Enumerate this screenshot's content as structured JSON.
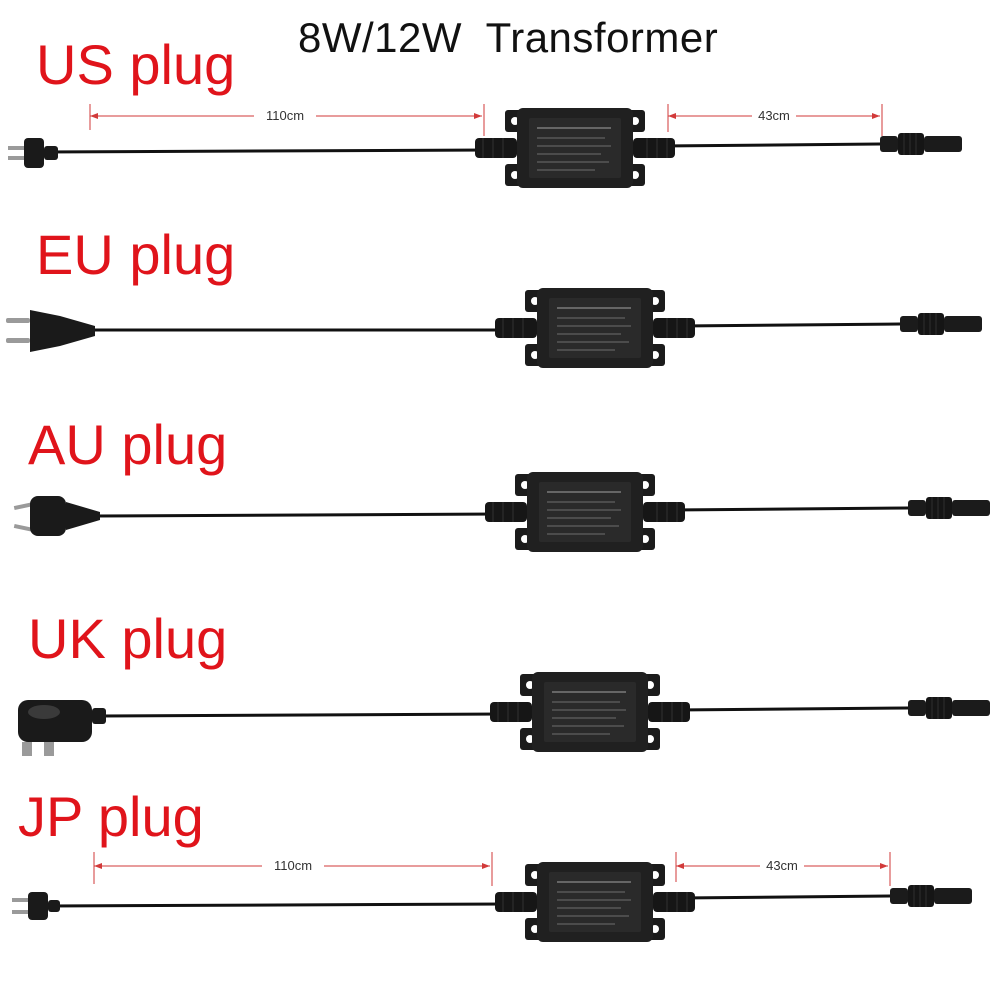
{
  "title": "8W/12W  Transformer",
  "colors": {
    "label": "#e0141b",
    "cable": "#111111",
    "dimension": "#d23a3a"
  },
  "rows": [
    {
      "label": "US plug",
      "plug": "us-plug-icon",
      "dims": {
        "input": "110cm",
        "output": "43cm"
      }
    },
    {
      "label": "EU plug",
      "plug": "eu-plug-icon"
    },
    {
      "label": "AU plug",
      "plug": "au-plug-icon"
    },
    {
      "label": "UK plug",
      "plug": "uk-plug-icon"
    },
    {
      "label": "JP plug",
      "plug": "jp-plug-icon",
      "dims": {
        "input": "110cm",
        "output": "43cm"
      }
    }
  ]
}
